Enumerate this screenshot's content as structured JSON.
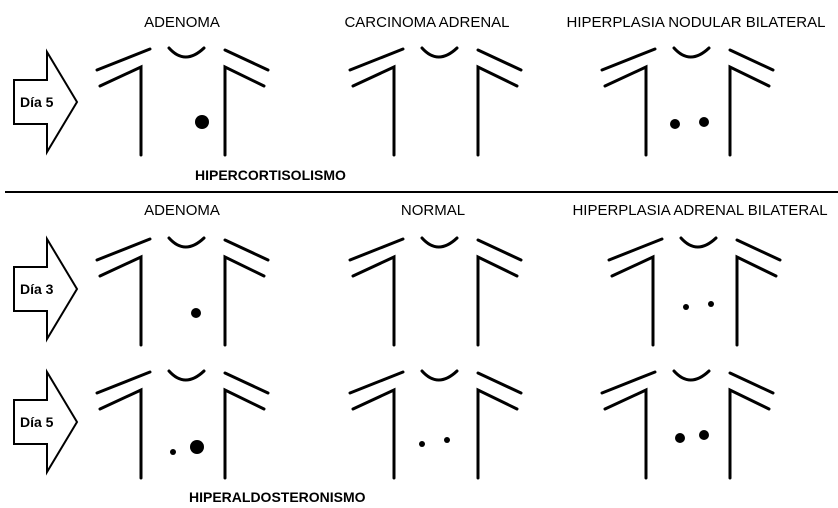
{
  "diagram": {
    "sections": [
      {
        "title": "HIPERCORTISOLISMO",
        "rows": [
          {
            "day": "Día 5",
            "panels": [
              {
                "label": "ADENOMA",
                "dots": [
                  {
                    "side": "left",
                    "size": "large"
                  }
                ]
              },
              {
                "label": "CARCINOMA ADRENAL",
                "dots": []
              },
              {
                "label": "HIPERPLASIA NODULAR BILATERAL",
                "dots": [
                  {
                    "side": "right",
                    "size": "medium"
                  },
                  {
                    "side": "left",
                    "size": "medium"
                  }
                ]
              }
            ]
          }
        ]
      },
      {
        "title": "HIPERALDOSTERONISMO",
        "rows": [
          {
            "day": "Día 3",
            "panels": [
              {
                "label": "ADENOMA",
                "dots": [
                  {
                    "side": "left",
                    "size": "medium"
                  }
                ]
              },
              {
                "label": "NORMAL",
                "dots": []
              },
              {
                "label": "HIPERPLASIA ADRENAL BILATERAL",
                "dots": [
                  {
                    "side": "right",
                    "size": "small"
                  },
                  {
                    "side": "left",
                    "size": "small"
                  }
                ]
              }
            ]
          },
          {
            "day": "Día 5",
            "panels": [
              {
                "label": "",
                "dots": [
                  {
                    "side": "right",
                    "size": "small"
                  },
                  {
                    "side": "left",
                    "size": "large"
                  }
                ]
              },
              {
                "label": "",
                "dots": [
                  {
                    "side": "right",
                    "size": "small"
                  },
                  {
                    "side": "left",
                    "size": "small"
                  }
                ]
              },
              {
                "label": "",
                "dots": [
                  {
                    "side": "right",
                    "size": "medium"
                  },
                  {
                    "side": "left",
                    "size": "medium"
                  }
                ]
              }
            ]
          }
        ]
      }
    ]
  }
}
